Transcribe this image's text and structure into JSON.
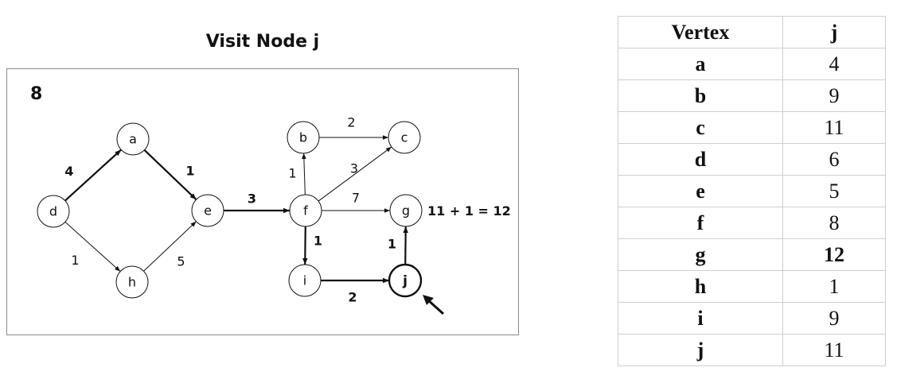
{
  "title": "Visit Node j",
  "step": "8",
  "nodes": [
    {
      "id": "a",
      "label": "a"
    },
    {
      "id": "b",
      "label": "b"
    },
    {
      "id": "c",
      "label": "c"
    },
    {
      "id": "d",
      "label": "d"
    },
    {
      "id": "e",
      "label": "e"
    },
    {
      "id": "f",
      "label": "f"
    },
    {
      "id": "g",
      "label": "g"
    },
    {
      "id": "h",
      "label": "h"
    },
    {
      "id": "i",
      "label": "i"
    },
    {
      "id": "j",
      "label": "j",
      "current": true
    }
  ],
  "edges": [
    {
      "from": "d",
      "to": "a",
      "weight": "4",
      "bold": true
    },
    {
      "from": "a",
      "to": "e",
      "weight": "1",
      "bold": true
    },
    {
      "from": "d",
      "to": "h",
      "weight": "1",
      "bold": false
    },
    {
      "from": "h",
      "to": "e",
      "weight": "5",
      "bold": false
    },
    {
      "from": "e",
      "to": "f",
      "weight": "3",
      "bold": true
    },
    {
      "from": "f",
      "to": "b",
      "weight": "1",
      "bold": false
    },
    {
      "from": "b",
      "to": "c",
      "weight": "2",
      "bold": false
    },
    {
      "from": "f",
      "to": "c",
      "weight": "3",
      "bold": false
    },
    {
      "from": "f",
      "to": "g",
      "weight": "7",
      "bold": false
    },
    {
      "from": "f",
      "to": "i",
      "weight": "1",
      "bold": true
    },
    {
      "from": "i",
      "to": "j",
      "weight": "2",
      "bold": true
    },
    {
      "from": "j",
      "to": "g",
      "weight": "1",
      "bold": true
    }
  ],
  "annotation": "11 + 1 = 12",
  "table": {
    "header": [
      "Vertex",
      "j"
    ],
    "rows": [
      {
        "vertex": "a",
        "value": "4",
        "bold": false
      },
      {
        "vertex": "b",
        "value": "9",
        "bold": false
      },
      {
        "vertex": "c",
        "value": "11",
        "bold": false
      },
      {
        "vertex": "d",
        "value": "6",
        "bold": false
      },
      {
        "vertex": "e",
        "value": "5",
        "bold": false
      },
      {
        "vertex": "f",
        "value": "8",
        "bold": false
      },
      {
        "vertex": "g",
        "value": "12",
        "bold": true
      },
      {
        "vertex": "h",
        "value": "1",
        "bold": false
      },
      {
        "vertex": "i",
        "value": "9",
        "bold": false
      },
      {
        "vertex": "j",
        "value": "11",
        "bold": false
      }
    ]
  }
}
